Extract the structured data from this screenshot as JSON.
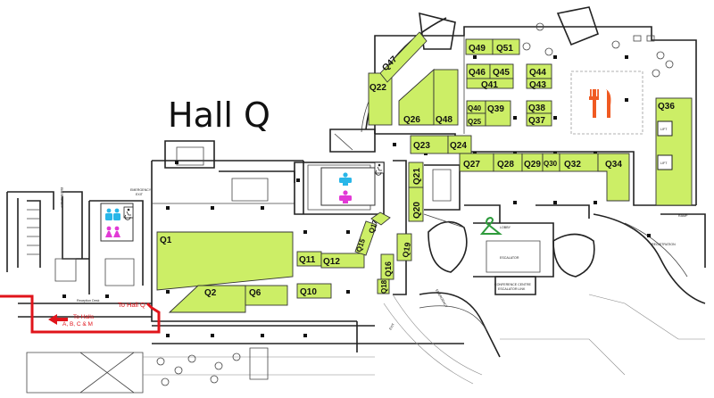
{
  "title": "Hall Q",
  "colors": {
    "booth": "#ccee66",
    "route": "#e0141b",
    "dining": "#f05a22",
    "male_wc": "#29b6e8",
    "female_wc": "#e23ad6",
    "cloakroom": "#2e9b3c"
  },
  "icons": [
    "male-toilet-icon",
    "female-toilet-icon",
    "accessible-toilet-icon",
    "restaurant-icon",
    "cloakroom-hanger-icon",
    "lift-icon"
  ],
  "route": {
    "arrow_label": "To Halls",
    "arrow_label_2": "A, B, C & M",
    "hall_label": "To Hall Q"
  },
  "labels": {
    "reception_desk": "Reception Desk",
    "emergency_exit": "EMERGENCY",
    "emergency_exit_2": "EXIT",
    "lift": "LIFT",
    "lobby": "LOBBY",
    "escalator": "ESCALATOR",
    "registration": "REGISTRATION",
    "conference_centre": "CONFERENCE CENTRE",
    "conference_centre_2": "ESCALATOR LINK",
    "ramp": "RAMP"
  },
  "booths": [
    {
      "id": "Q1",
      "label": "Q1"
    },
    {
      "id": "Q2",
      "label": "Q2"
    },
    {
      "id": "Q6",
      "label": "Q6"
    },
    {
      "id": "Q10",
      "label": "Q10"
    },
    {
      "id": "Q11",
      "label": "Q11"
    },
    {
      "id": "Q12",
      "label": "Q12"
    },
    {
      "id": "Q15",
      "label": "Q15"
    },
    {
      "id": "Q17",
      "label": "Q17"
    },
    {
      "id": "Q16",
      "label": "Q16"
    },
    {
      "id": "Q18",
      "label": "Q18"
    },
    {
      "id": "Q19",
      "label": "Q19"
    },
    {
      "id": "Q20",
      "label": "Q20"
    },
    {
      "id": "Q21",
      "label": "Q21"
    },
    {
      "id": "Q22",
      "label": "Q22"
    },
    {
      "id": "Q23",
      "label": "Q23"
    },
    {
      "id": "Q24",
      "label": "Q24"
    },
    {
      "id": "Q25",
      "label": "Q25"
    },
    {
      "id": "Q26",
      "label": "Q26"
    },
    {
      "id": "Q27",
      "label": "Q27"
    },
    {
      "id": "Q28",
      "label": "Q28"
    },
    {
      "id": "Q29",
      "label": "Q29"
    },
    {
      "id": "Q30",
      "label": "Q30"
    },
    {
      "id": "Q32",
      "label": "Q32"
    },
    {
      "id": "Q34",
      "label": "Q34"
    },
    {
      "id": "Q36",
      "label": "Q36"
    },
    {
      "id": "Q37",
      "label": "Q37"
    },
    {
      "id": "Q38",
      "label": "Q38"
    },
    {
      "id": "Q39",
      "label": "Q39"
    },
    {
      "id": "Q40",
      "label": "Q40"
    },
    {
      "id": "Q41",
      "label": "Q41"
    },
    {
      "id": "Q43",
      "label": "Q43"
    },
    {
      "id": "Q44",
      "label": "Q44"
    },
    {
      "id": "Q45",
      "label": "Q45"
    },
    {
      "id": "Q46",
      "label": "Q46"
    },
    {
      "id": "Q47",
      "label": "Q47"
    },
    {
      "id": "Q48",
      "label": "Q48"
    },
    {
      "id": "Q49",
      "label": "Q49"
    },
    {
      "id": "Q51",
      "label": "Q51"
    }
  ]
}
